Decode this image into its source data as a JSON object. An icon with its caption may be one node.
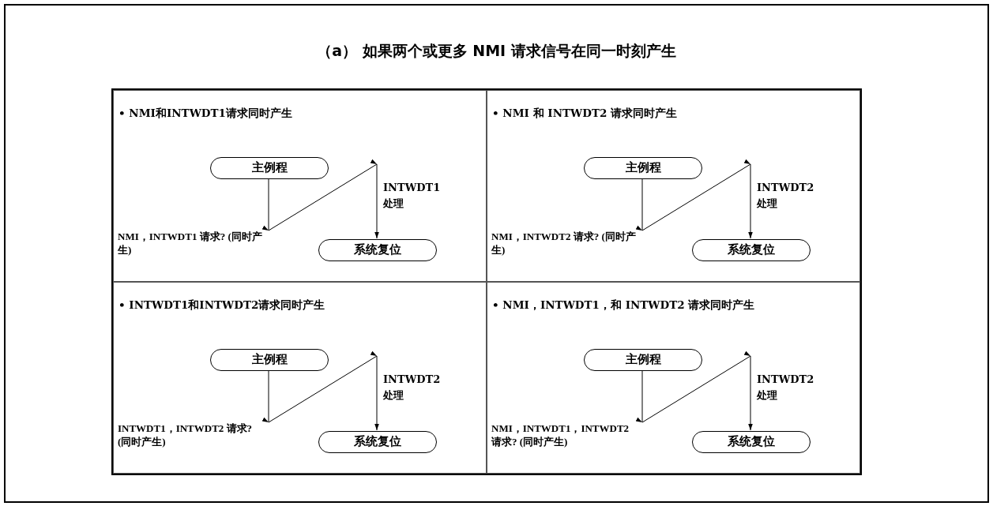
{
  "diagram": {
    "title": "（a） 如果两个或更多 NMI 请求信号在同一时刻产生",
    "nodes": [
      {
        "text": [
          "• NMI和INTWDT1请求同时产生",
          "NMI，INTWDT1 请求? (同时产生)"
        ]
      },
      {
        "text": [
          "主例程"
        ],
        "in": 0
      },
      {
        "text": [
          "系统复位"
        ],
        "in": 0
      },
      {
        "text": [
          "• NMI 和 INTWDT2 请求同时产生",
          "NMI，INTWDT2 请求? (同时产生)"
        ]
      },
      {
        "text": [
          "主例程"
        ],
        "in": 3
      },
      {
        "text": [
          "系统复位"
        ],
        "in": 3
      },
      {
        "text": [
          "• INTWDT1和INTWDT2请求同时产生",
          "INTWDT1，INTWDT2 请求? (同时产生)"
        ]
      },
      {
        "text": [
          "主例程"
        ],
        "in": 6
      },
      {
        "text": [
          "系统复位"
        ],
        "in": 6
      },
      {
        "text": [
          "• NMI，INTWDT1，和 INTWDT2 请求同时产生",
          "NMI，INTWDT1，INTWDT2请求? (同时产生)"
        ]
      },
      {
        "text": [
          "主例程"
        ],
        "in": 9
      },
      {
        "text": [
          "系统复位"
        ],
        "in": 9
      }
    ],
    "edges": [
      {
        "from": 1,
        "to": 2,
        "arrow": "to",
        "label": "INTWDT1 处理"
      },
      {
        "from": 4,
        "to": 5,
        "arrow": "to",
        "label": "INTWDT2 处理"
      },
      {
        "from": 7,
        "to": 8,
        "arrow": "to",
        "label": "INTWDT2 处理"
      },
      {
        "from": 10,
        "to": 11,
        "arrow": "to",
        "label": "INTWDT2 处理"
      }
    ]
  }
}
